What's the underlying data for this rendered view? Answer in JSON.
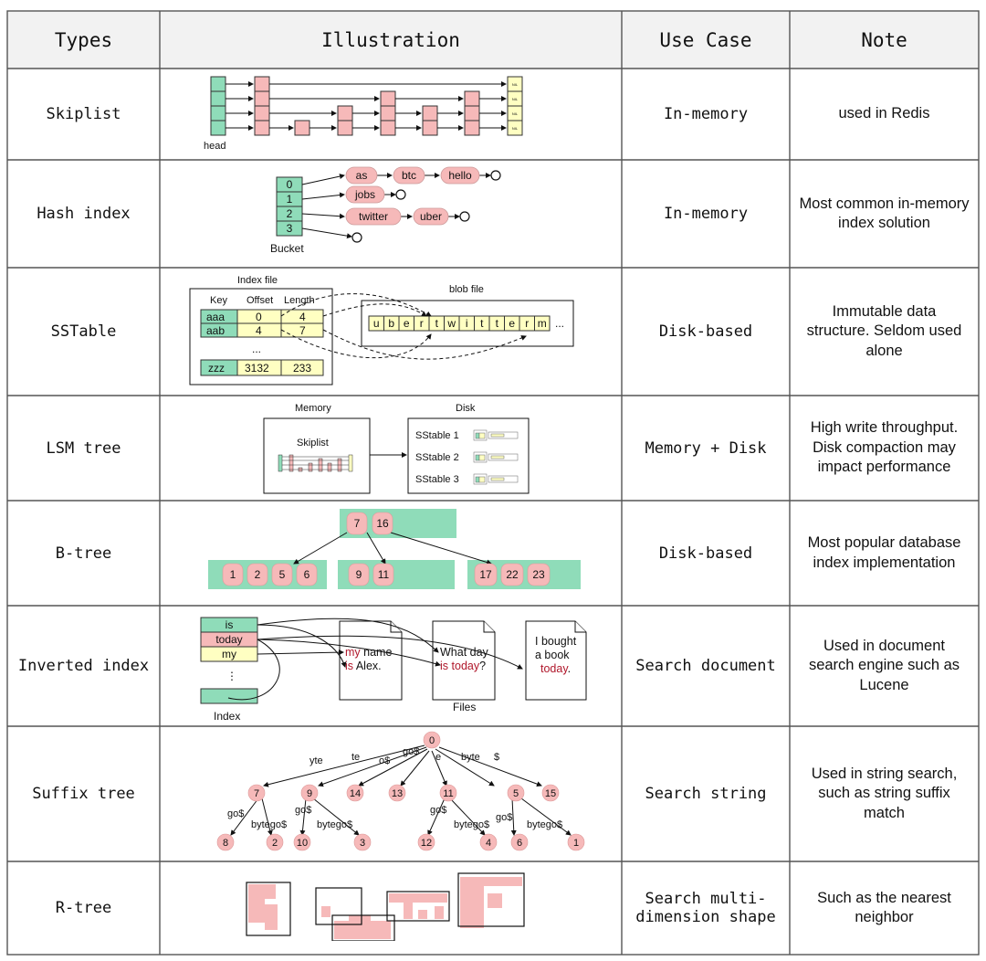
{
  "header": {
    "types": "Types",
    "illustration": "Illustration",
    "use_case": "Use Case",
    "note": "Note"
  },
  "rows": [
    {
      "type": "Skiplist",
      "use": "In-memory",
      "note": "used in Redis"
    },
    {
      "type": "Hash index",
      "use": "In-memory",
      "note": "Most common in-memory index solution"
    },
    {
      "type": "SSTable",
      "use": "Disk-based",
      "note": "Immutable data structure. Seldom used alone"
    },
    {
      "type": "LSM tree",
      "use": "Memory + Disk",
      "note": "High write throughput. Disk compaction may impact performance"
    },
    {
      "type": "B-tree",
      "use": "Disk-based",
      "note": "Most popular database index implementation"
    },
    {
      "type": "Inverted index",
      "use": "Search document",
      "note": "Used in document search engine such as Lucene"
    },
    {
      "type": "Suffix tree",
      "use": "Search string",
      "note": "Used in string search, such as string suffix match"
    },
    {
      "type": "R-tree",
      "use": "Search multi-dimension shape",
      "note": "Such as the nearest neighbor"
    }
  ],
  "illus": {
    "skiplist": {
      "head": "head",
      "nil": "NIL"
    },
    "hash": {
      "buckets": [
        "0",
        "1",
        "2",
        "3"
      ],
      "bucket_label": "Bucket",
      "chains": [
        [
          "as",
          "btc",
          "hello"
        ],
        [
          "jobs"
        ],
        [
          "twitter",
          "uber"
        ],
        []
      ]
    },
    "sstable": {
      "index_title": "Index file",
      "cols": [
        "Key",
        "Offset",
        "Length"
      ],
      "rows": [
        [
          "aaa",
          "0",
          "4"
        ],
        [
          "aab",
          "4",
          "7"
        ],
        [
          "zzz",
          "3132",
          "233"
        ]
      ],
      "ellipsis": "...",
      "blob_title": "blob file",
      "blob": [
        "u",
        "b",
        "e",
        "r",
        "t",
        "w",
        "i",
        "t",
        "t",
        "e",
        "r",
        "m"
      ],
      "blob_more": "..."
    },
    "lsm": {
      "memory": "Memory",
      "disk": "Disk",
      "skiplist": "Skiplist",
      "sstables": [
        "SStable 1",
        "SStable 2",
        "SStable 3"
      ]
    },
    "btree": {
      "root": [
        "7",
        "16"
      ],
      "leaves": [
        [
          "1",
          "2",
          "5",
          "6"
        ],
        [
          "9",
          "11"
        ],
        [
          "17",
          "22",
          "23"
        ]
      ]
    },
    "inverted": {
      "terms": [
        "is",
        "today",
        "my"
      ],
      "index_label": "Index",
      "files_label": "Files",
      "doc1": [
        "my",
        "name",
        "is",
        "Alex."
      ],
      "doc2": [
        "What day",
        "is",
        "today",
        "?"
      ],
      "doc3": [
        "I bought",
        "a book",
        "today",
        "."
      ]
    },
    "suffix": {
      "root": "0",
      "level1": [
        "7",
        "9",
        "14",
        "13",
        "11",
        "5",
        "15"
      ],
      "edges1": [
        "yte",
        "te",
        "o$",
        "go$",
        "e",
        "byte",
        "$"
      ],
      "leaves": [
        "8",
        "2",
        "10",
        "3",
        "12",
        "4",
        "6",
        "1"
      ],
      "edges2": [
        "go$",
        "bytego$"
      ]
    }
  },
  "colors": {
    "green": "#8fdcb9",
    "pink": "#f6b9b9",
    "yellow": "#ffffc2",
    "red_text": "#b0172b",
    "grid": "#555555",
    "header_bg": "#f2f2f2"
  }
}
